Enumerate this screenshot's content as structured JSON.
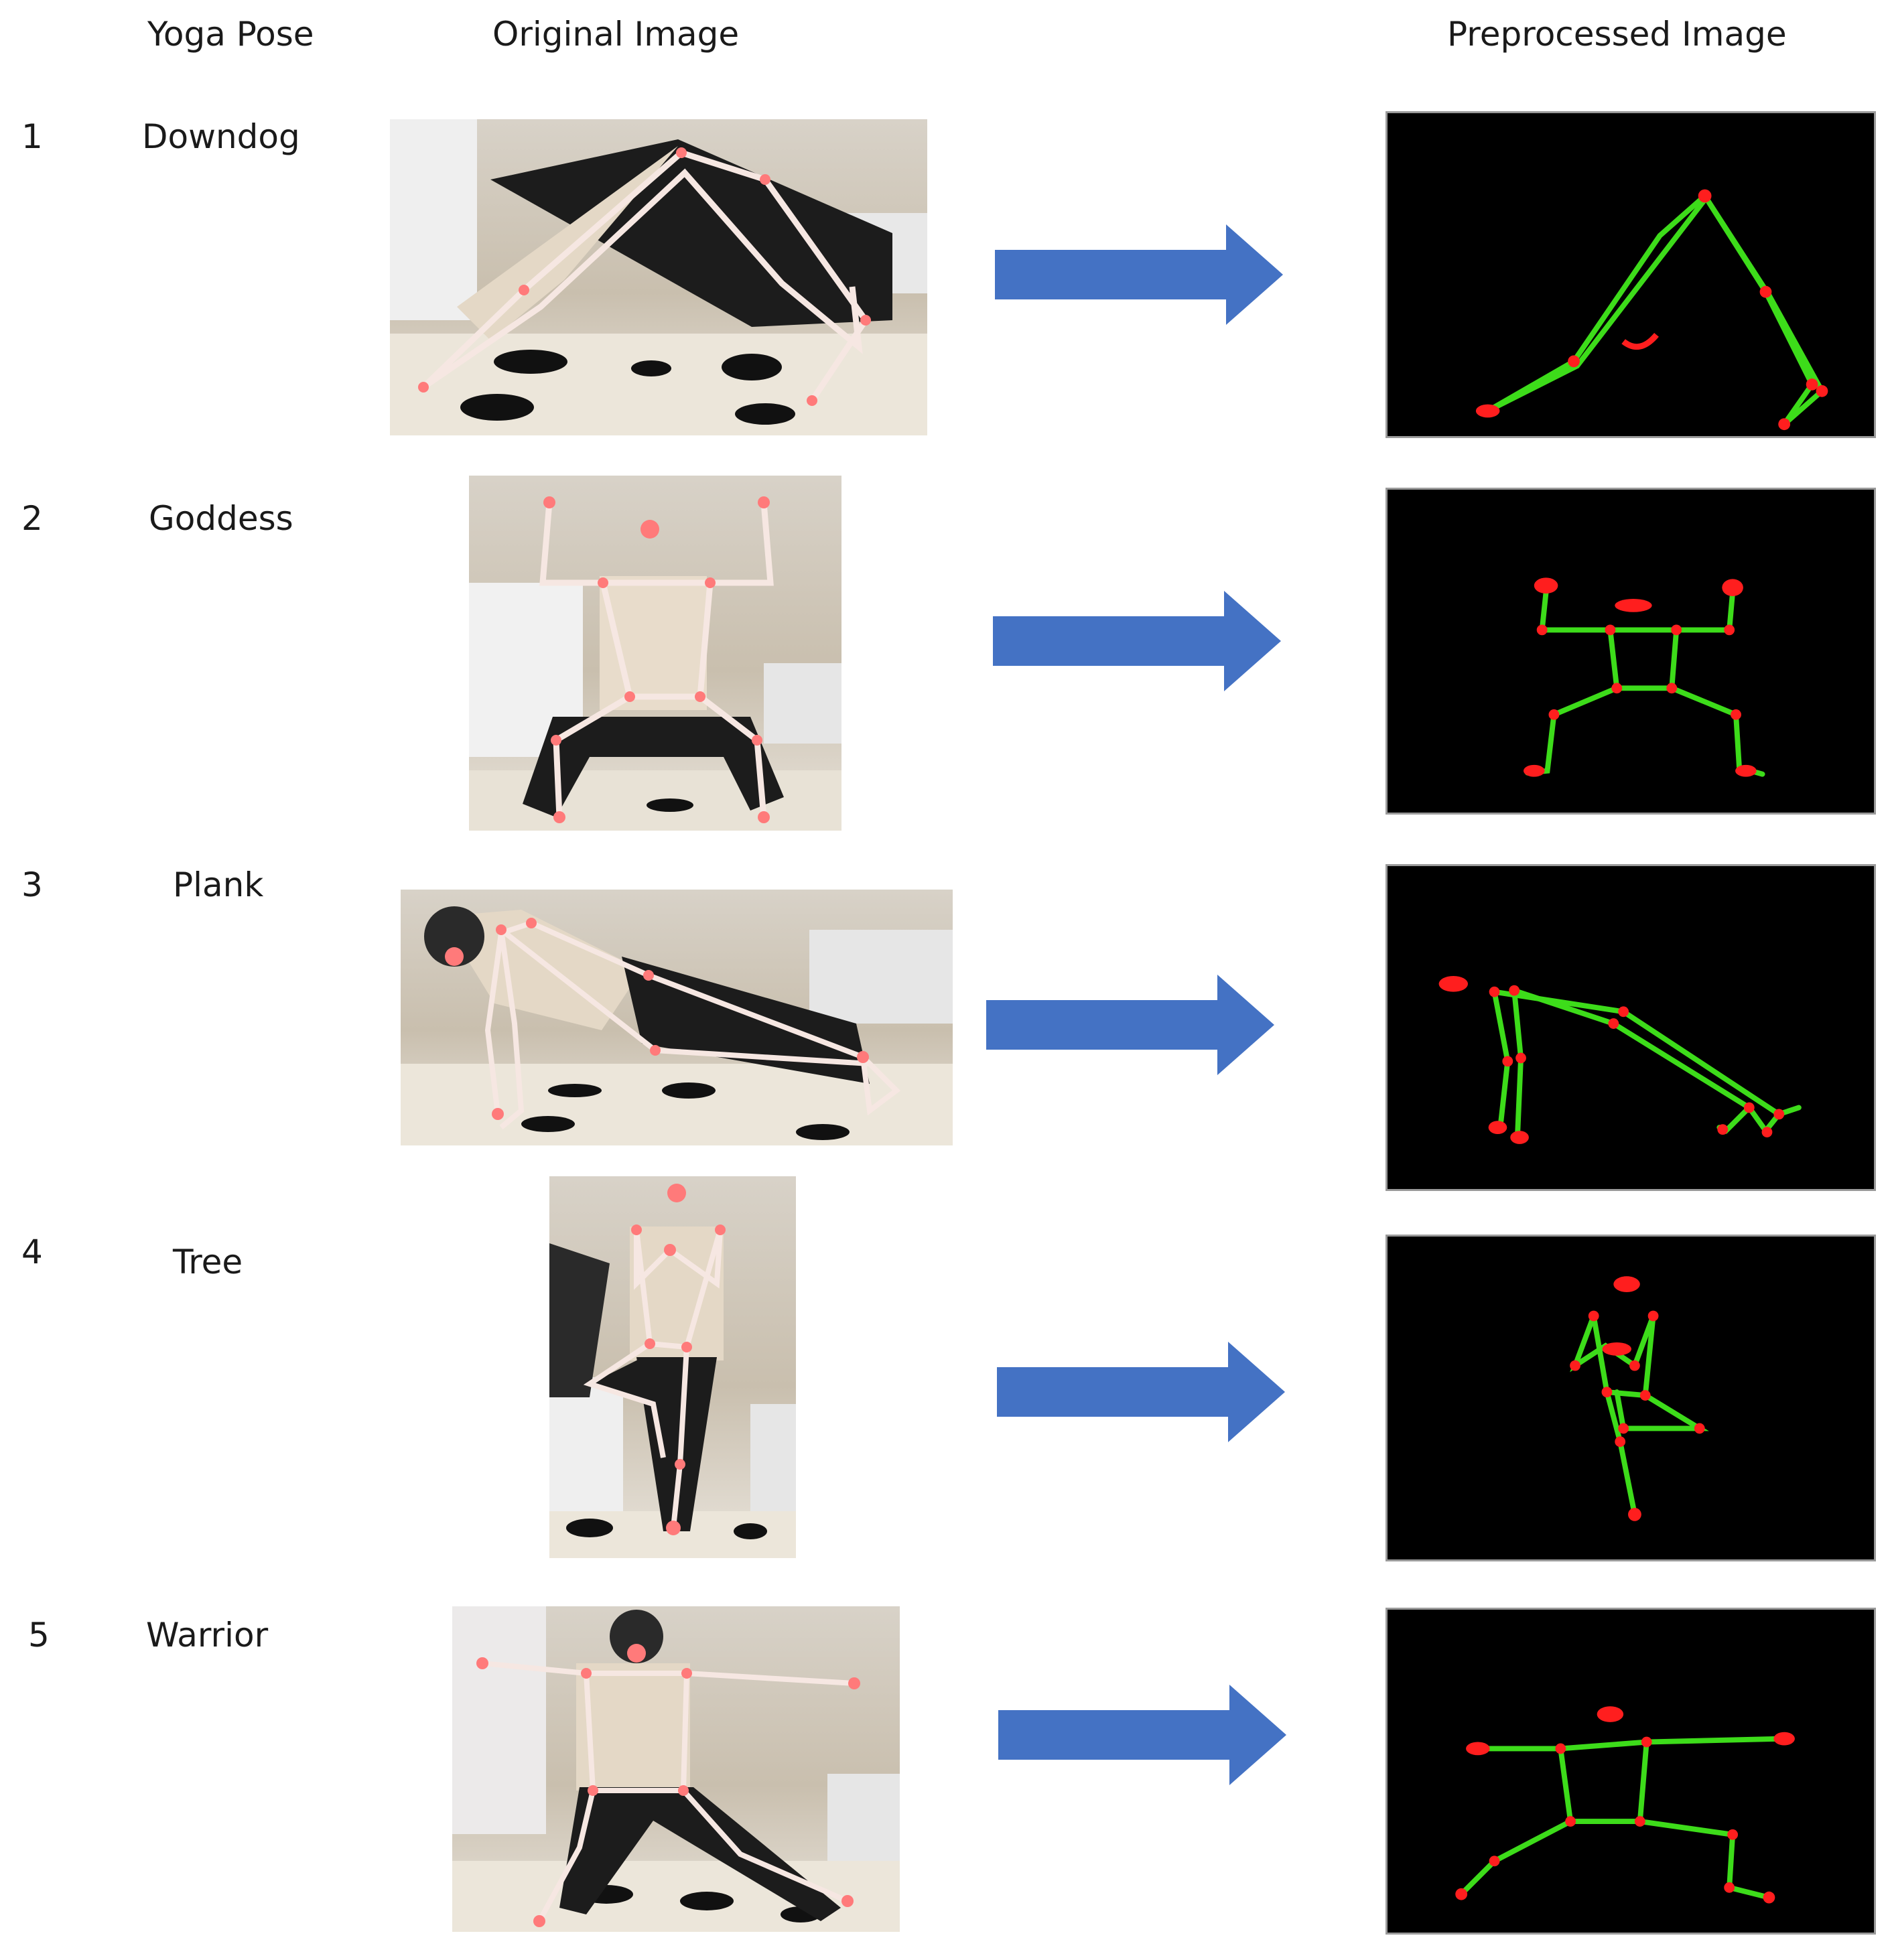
{
  "headers": {
    "pose": "Yoga Pose",
    "original": "Original Image",
    "preprocessed": "Preprocessed Image"
  },
  "rows": [
    {
      "number": "1",
      "name": "Downdog"
    },
    {
      "number": "2",
      "name": "Goddess"
    },
    {
      "number": "3",
      "name": "Plank"
    },
    {
      "number": "4",
      "name": "Tree"
    },
    {
      "number": "5",
      "name": "Warrior"
    }
  ],
  "colors": {
    "arrow": "#4472c4",
    "skeleton_limb": "#3ddc1a",
    "skeleton_joint": "#ff1e1e",
    "photo_skeleton": "#f6e7e2",
    "photo_joint": "#ff7a7a",
    "panel_background": "#000000"
  },
  "icons": {
    "flow": "right-arrow-icon"
  }
}
